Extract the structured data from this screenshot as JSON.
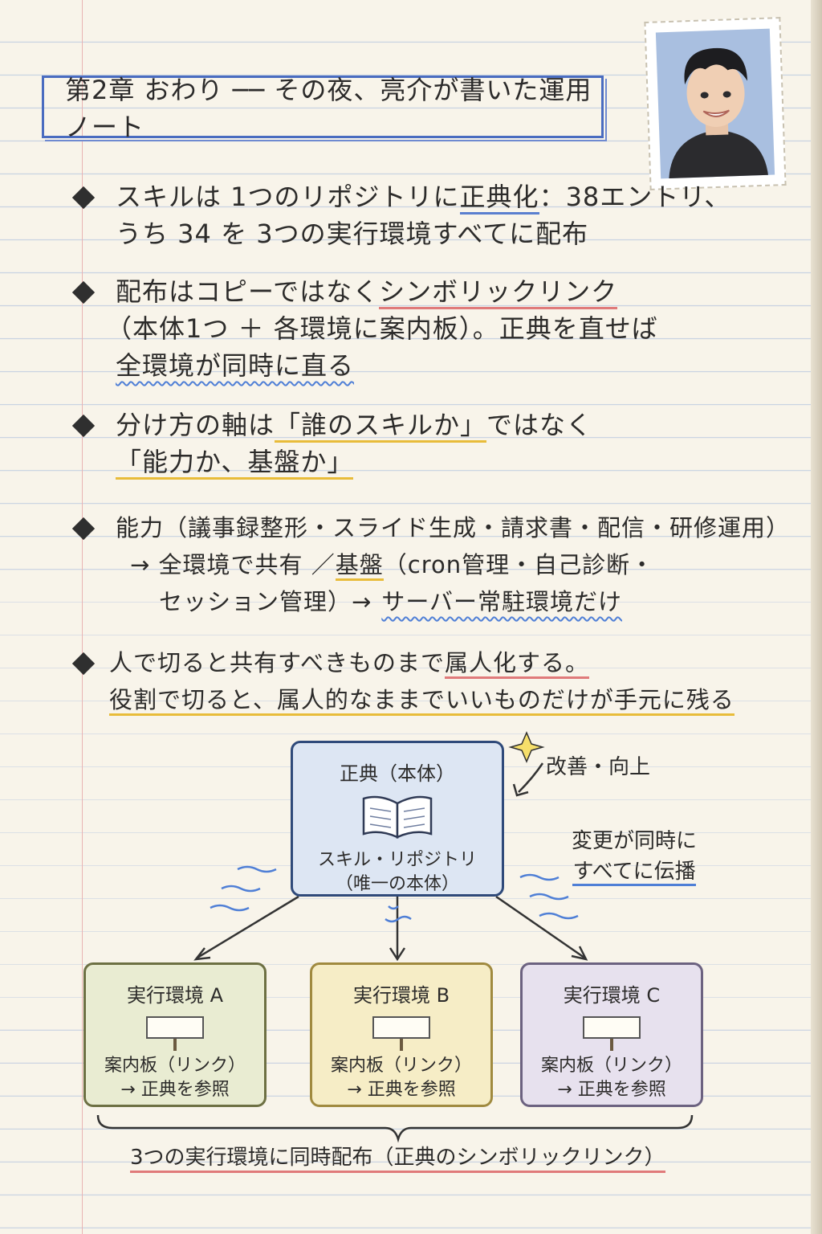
{
  "title": "第2章 おわり ── その夜、亮介が書いた運用ノート",
  "bullets": [
    {
      "lines": [
        "スキルは 1つのリポジトリに",
        "正典化",
        "：38エントリ、",
        "うち 34 を 3つの実行環境すべてに配布"
      ]
    },
    {
      "lines": [
        "配布はコピーではなく",
        "シンボリックリンク",
        "（本体1つ ＋ 各環境に案内板）。正典を直せば",
        "全環境が同時に直る"
      ]
    },
    {
      "lines": [
        "分け方の軸は",
        "「誰のスキルか」",
        "ではなく",
        "「能力か、基盤か」"
      ]
    },
    {
      "lines": [
        "能力（議事録整形・スライド生成・請求書・配信・研修運用）",
        "→ 全環境で共有 ／",
        "基盤",
        "（cron管理・自己診断・",
        "セッション管理）→",
        "サーバー常駐環境だけ"
      ]
    },
    {
      "lines": [
        "人で切ると共有すべきものまで",
        "属人化する。",
        "役割で切ると、属人的なままでいいものだけが手元に残る"
      ]
    }
  ],
  "diagram": {
    "main": {
      "title": "正典（本体）",
      "line1": "スキル・リポジトリ",
      "line2": "（唯一の本体）"
    },
    "improve_note": "改善・向上",
    "propagate_note": [
      "変更が同時に",
      "すべてに伝播"
    ],
    "envs": [
      {
        "title": "実行環境 A",
        "line1": "案内板（リンク）",
        "line2": "→ 正典を参照"
      },
      {
        "title": "実行環境 B",
        "line1": "案内板（リンク）",
        "line2": "→ 正典を参照"
      },
      {
        "title": "実行環境 C",
        "line1": "案内板（リンク）",
        "line2": "→ 正典を参照"
      }
    ],
    "caption": "3つの実行環境に同時配布（正典のシンボリックリンク）"
  },
  "colors": {
    "blue": "#4a6cc0",
    "red": "#e07a7a",
    "yellow": "#e8bc3a"
  }
}
